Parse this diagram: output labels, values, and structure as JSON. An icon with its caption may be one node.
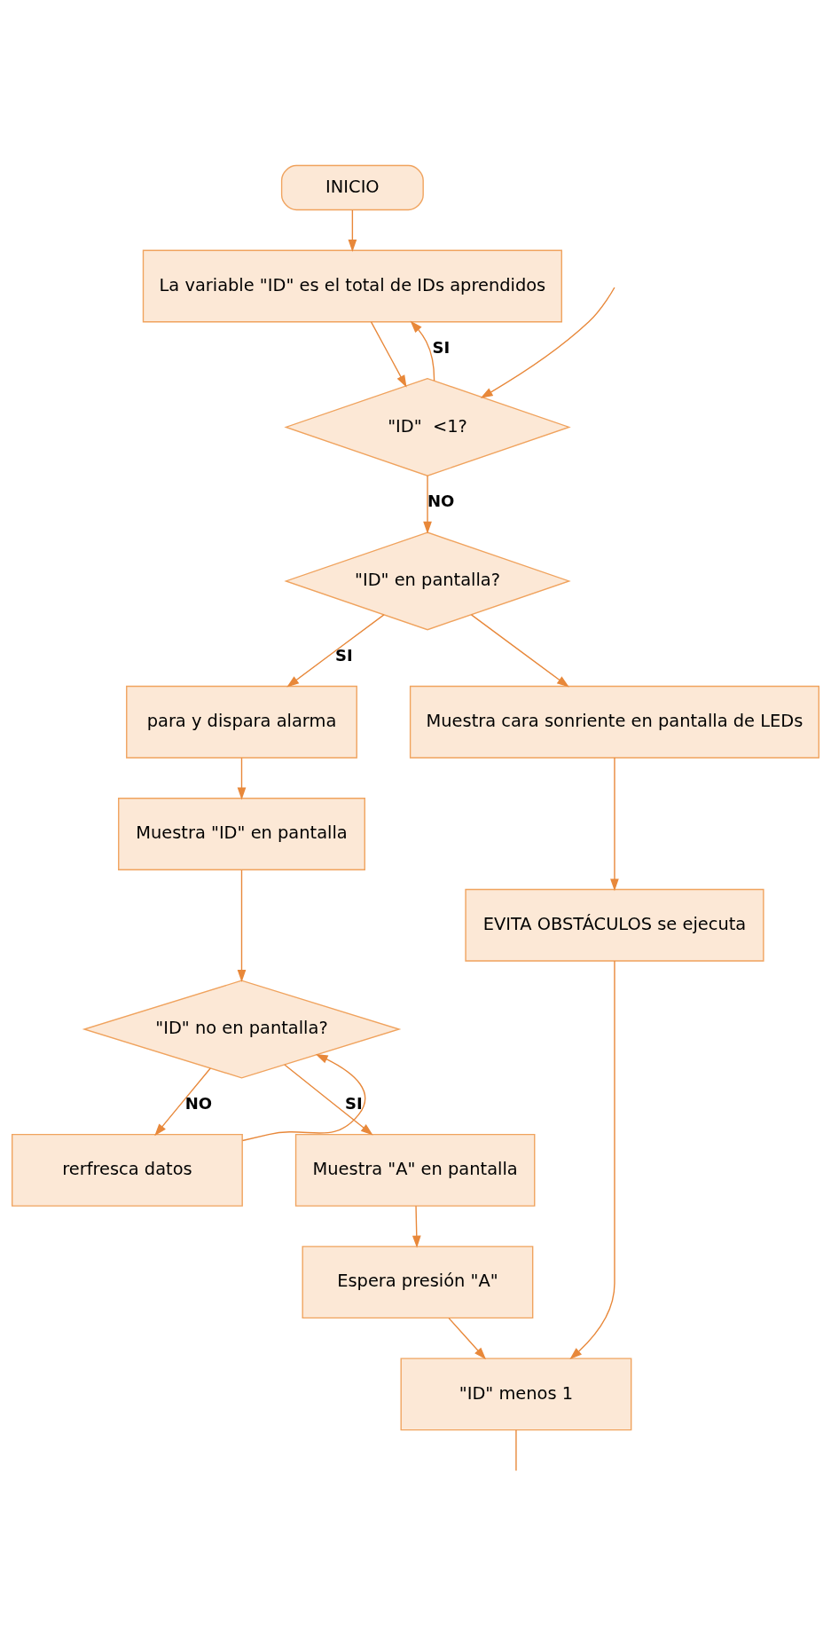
{
  "diagram": {
    "nodes": [
      {
        "text": [
          "INICIO"
        ]
      },
      {
        "text": [
          "La variable \"ID\" es el total de IDs aprendidos"
        ]
      },
      {
        "text": [
          "\"ID\"  <1?"
        ]
      },
      {
        "text": [
          "\"ID\" en pantalla?"
        ]
      },
      {
        "text": [
          "para y dispara alarma"
        ]
      },
      {
        "text": [
          "Muestra \"ID\" en pantalla"
        ]
      },
      {
        "text": [
          "\"ID\" no en pantalla?"
        ]
      },
      {
        "text": [
          "rerfresca datos"
        ]
      },
      {
        "text": [
          "Muestra \"A\" en pantalla"
        ]
      },
      {
        "text": [
          "Espera presión \"A\""
        ]
      },
      {
        "text": [
          "Muestra cara sonriente en pantalla de LEDs"
        ]
      },
      {
        "text": [
          "EVITA OBSTÁCULOS se ejecuta"
        ]
      },
      {
        "text": [
          "\"ID\" menos 1"
        ]
      }
    ],
    "edges": [
      {
        "from": 0,
        "to": 1,
        "arrow": "to"
      },
      {
        "from": 1,
        "to": 2,
        "arrow": "to"
      },
      {
        "from": 2,
        "to": 1,
        "label": "SI",
        "arrow": "to"
      },
      {
        "from": 2,
        "to": 3,
        "label": "NO",
        "arrow": "to"
      },
      {
        "from": 3,
        "to": 4,
        "label": "SI",
        "arrow": "to"
      },
      {
        "from": 3,
        "to": 10,
        "arrow": "to"
      },
      {
        "from": 4,
        "to": 5,
        "arrow": "to"
      },
      {
        "from": 5,
        "to": 6,
        "arrow": "to"
      },
      {
        "from": 6,
        "to": 7,
        "label": "NO",
        "arrow": "to"
      },
      {
        "from": 7,
        "to": 6,
        "arrow": "to"
      },
      {
        "from": 6,
        "to": 8,
        "label": "SI",
        "arrow": "to"
      },
      {
        "from": 8,
        "to": 9,
        "arrow": "to"
      },
      {
        "from": 10,
        "to": 11,
        "arrow": "to"
      },
      {
        "from": 9,
        "to": 12,
        "arrow": "to"
      },
      {
        "from": 11,
        "to": 12,
        "arrow": "to"
      },
      {
        "from": null,
        "to": 2,
        "arrow": "to"
      },
      {
        "from": 12,
        "to": null,
        "arrow": "none"
      }
    ]
  }
}
